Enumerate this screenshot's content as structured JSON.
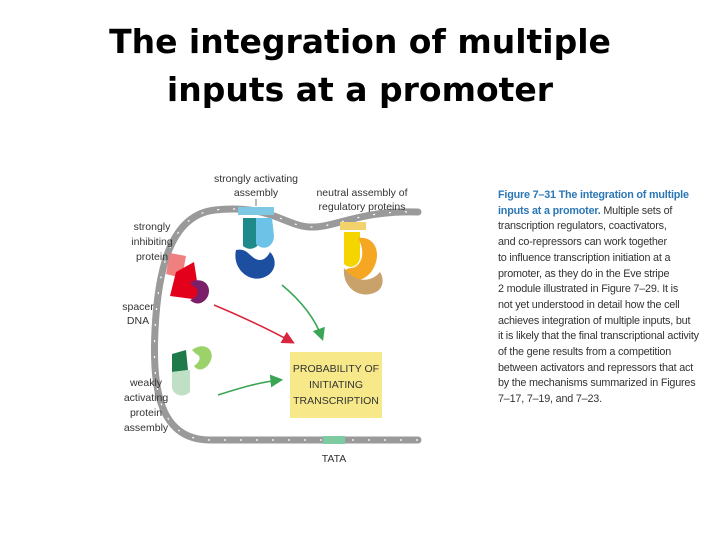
{
  "title": {
    "line1": "The integration of multiple",
    "line2": "inputs at a promoter"
  },
  "diagram": {
    "labels": {
      "strongly_activating": [
        "strongly activating",
        "assembly"
      ],
      "neutral": [
        "neutral assembly of",
        "regulatory proteins"
      ],
      "strongly_inhibiting": [
        "strongly",
        "inhibiting",
        "protein"
      ],
      "spacer": [
        "spacer",
        "DNA"
      ],
      "weakly_activating": [
        "weakly",
        "activating",
        "protein",
        "assembly"
      ],
      "tata": "TATA"
    },
    "probability_box": [
      "PROBABILITY OF",
      "INITIATING",
      "TRANSCRIPTION"
    ]
  },
  "caption": {
    "figure_label": "Figure 7–31",
    "lines": [
      {
        "head": "Figure 7–31 The integration of multiple",
        "tail": ""
      },
      {
        "head": "inputs at a promoter.",
        "tail": " Multiple sets of"
      },
      {
        "head": "",
        "tail": "transcription regulators, coactivators,"
      },
      {
        "head": "",
        "tail": "and co-repressors can work together"
      },
      {
        "head": "",
        "tail": "to influence transcription initiation at a"
      },
      {
        "head": "",
        "tail": "promoter, as they do in the Eve stripe"
      },
      {
        "head": "",
        "tail": "2 module illustrated in Figure 7–29. It is"
      },
      {
        "head": "",
        "tail": "not yet understood in detail how the cell"
      },
      {
        "head": "",
        "tail": "achieves integration of multiple inputs, but"
      },
      {
        "head": "",
        "tail": "it is likely that the final transcriptional activity"
      },
      {
        "head": "",
        "tail": "of the gene results from a competition"
      },
      {
        "head": "",
        "tail": "between activators and repressors that act"
      },
      {
        "head": "",
        "tail": "by the mechanisms summarized in Figures"
      },
      {
        "head": "",
        "tail": "7–17, 7–19, and 7–23."
      }
    ]
  }
}
